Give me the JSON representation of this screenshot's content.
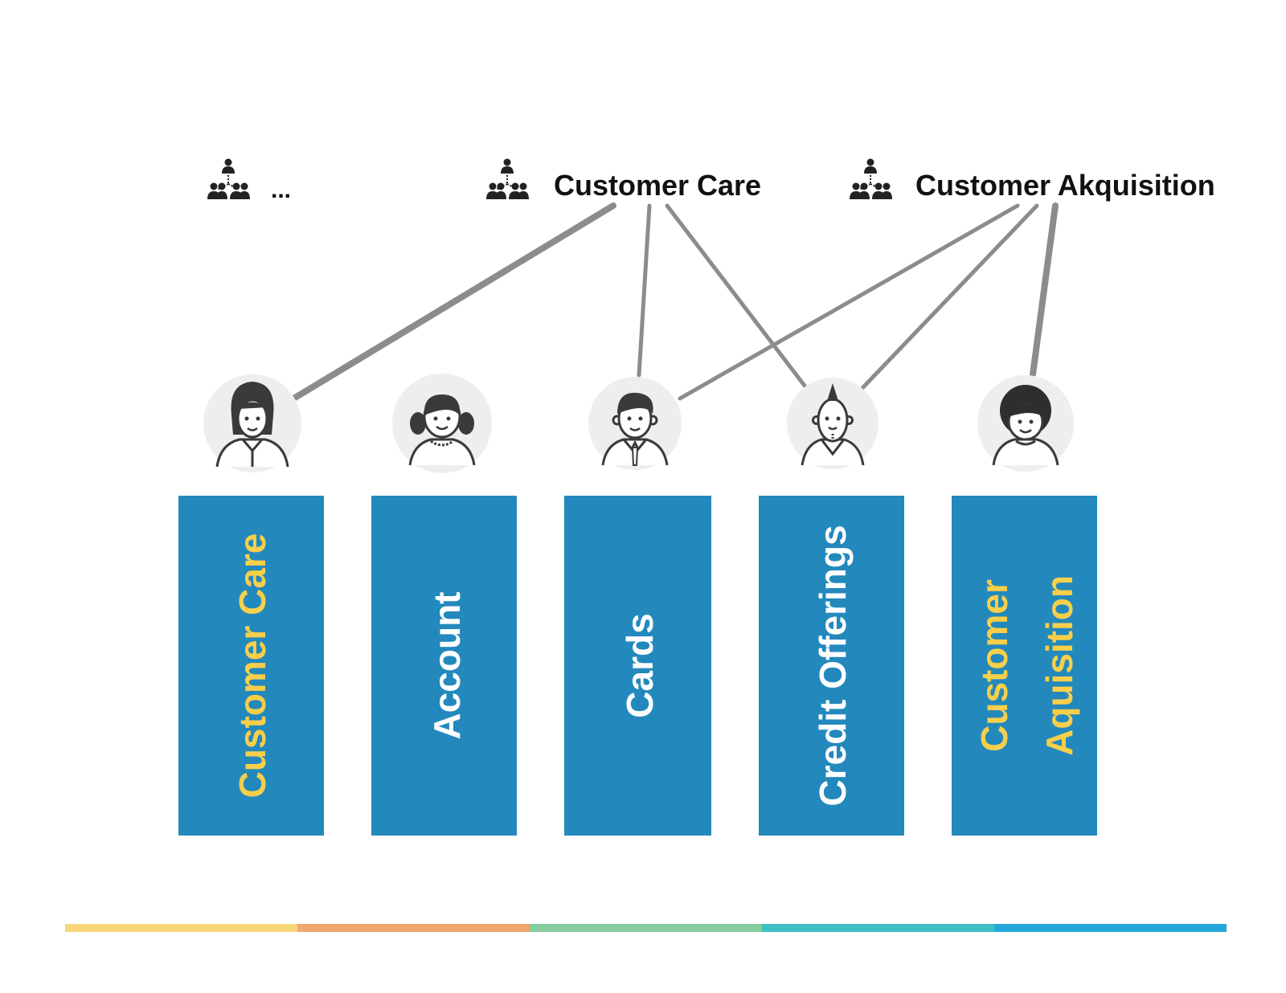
{
  "teams": [
    {
      "id": "t0",
      "label": "..."
    },
    {
      "id": "t1",
      "label": "Customer Care"
    },
    {
      "id": "t2",
      "label": "Customer Akquisition"
    }
  ],
  "columns": [
    {
      "id": "c0",
      "lines": [
        "Customer Care"
      ],
      "highlight": true,
      "avatar": "woman-with-collar-avatar"
    },
    {
      "id": "c1",
      "lines": [
        "Account"
      ],
      "highlight": false,
      "avatar": "girl-with-pigtails-avatar"
    },
    {
      "id": "c2",
      "lines": [
        "Cards"
      ],
      "highlight": false,
      "avatar": "man-with-tie-avatar"
    },
    {
      "id": "c3",
      "lines": [
        "Credit Offerings"
      ],
      "highlight": false,
      "avatar": "man-with-mohawk-avatar"
    },
    {
      "id": "c4",
      "lines": [
        "Customer",
        "Aquisition"
      ],
      "highlight": true,
      "avatar": "man-with-curly-hair-avatar"
    }
  ],
  "links": [
    {
      "from": "t1",
      "to": "c0",
      "weight": "strong"
    },
    {
      "from": "t1",
      "to": "c2",
      "weight": "normal"
    },
    {
      "from": "t1",
      "to": "c3",
      "weight": "normal"
    },
    {
      "from": "t2",
      "to": "c2",
      "weight": "normal"
    },
    {
      "from": "t2",
      "to": "c3",
      "weight": "normal"
    },
    {
      "from": "t2",
      "to": "c4",
      "weight": "strong"
    }
  ],
  "footer_bar": [
    "#f7d57a",
    "#f2a66b",
    "#86cd9e",
    "#3fbfc4",
    "#25a7d9"
  ],
  "colors": {
    "column_fill": "#2389bd",
    "highlight_text": "#f7cf4a",
    "normal_text": "#ffffff",
    "link": "#8c8c8c",
    "avatar_bg": "#eeeeee",
    "avatar_stroke": "#3a3a3a"
  }
}
